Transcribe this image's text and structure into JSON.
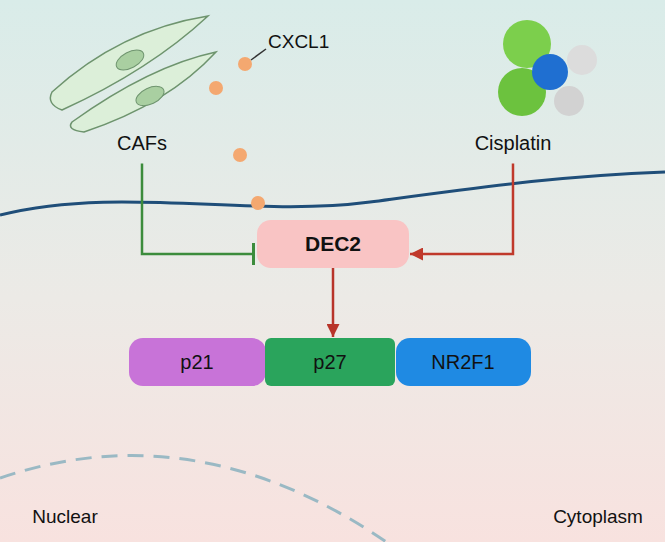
{
  "diagram": {
    "nodes": [
      {
        "text": [
          "CAFs"
        ]
      },
      {
        "text": [
          "Cisplatin"
        ]
      },
      {
        "text": [
          "DEC2"
        ]
      },
      {
        "text": [
          "p21"
        ]
      },
      {
        "text": [
          "p27"
        ]
      },
      {
        "text": [
          "NR2F1"
        ]
      }
    ],
    "edges": [
      {
        "from": 0,
        "to": 2,
        "arrow": "to"
      },
      {
        "from": 1,
        "to": 2,
        "arrow": "to"
      },
      {
        "from": 2,
        "to": 4,
        "arrow": "to"
      }
    ],
    "labels": [
      "CXCL1",
      "Nuclear",
      "Cytoplasm"
    ]
  }
}
